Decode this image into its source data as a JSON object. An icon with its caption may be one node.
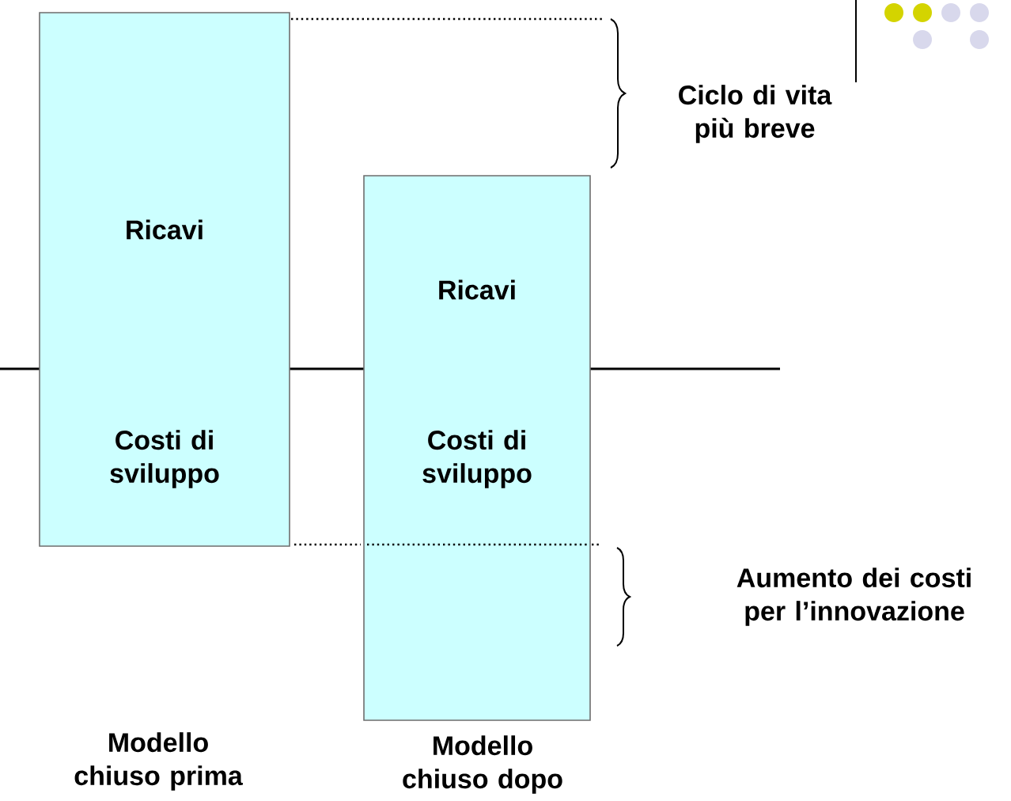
{
  "diagram": {
    "nodes": [
      {
        "text": [
          "Ricavi",
          "Costi di sviluppo"
        ]
      },
      {
        "text": [
          "Ricavi",
          "Costi di sviluppo"
        ]
      }
    ],
    "edges": [],
    "labels": [
      "Ciclo di vita più breve",
      "Aumento dei costi per l’innovazione",
      "Modello chiuso prima",
      "Modello chiuso dopo"
    ]
  }
}
